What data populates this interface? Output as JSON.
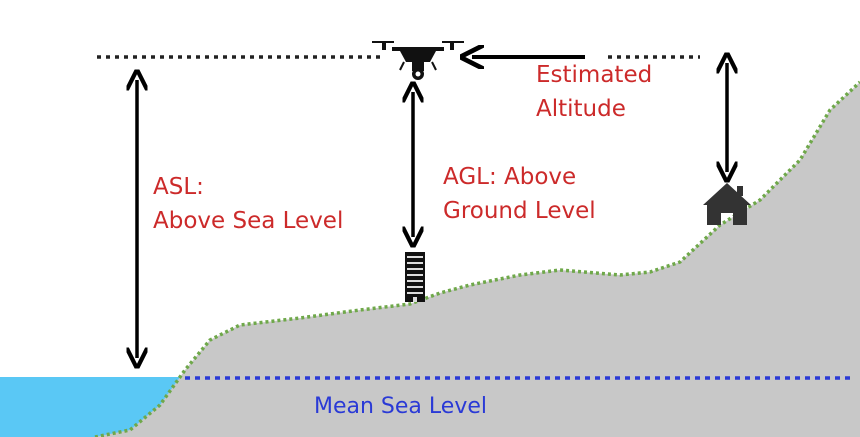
{
  "labels": {
    "asl": {
      "line1": "ASL:",
      "line2": "Above Sea Level"
    },
    "agl": {
      "line1": "AGL: Above",
      "line2": "Ground Level"
    },
    "estimated": {
      "line1": "Estimated",
      "line2": "Altitude"
    },
    "msl": "Mean Sea Level"
  },
  "icons": {
    "drone": "drone-icon",
    "building": "building-icon",
    "house": "house-icon"
  },
  "colors": {
    "ground": "#c8c8c8",
    "sea": "#5ac8f5",
    "label_red": "#cc2a2a",
    "label_blue": "#2a3ad6",
    "ground_outline": "#6fa84a",
    "arrows": "#000000"
  }
}
